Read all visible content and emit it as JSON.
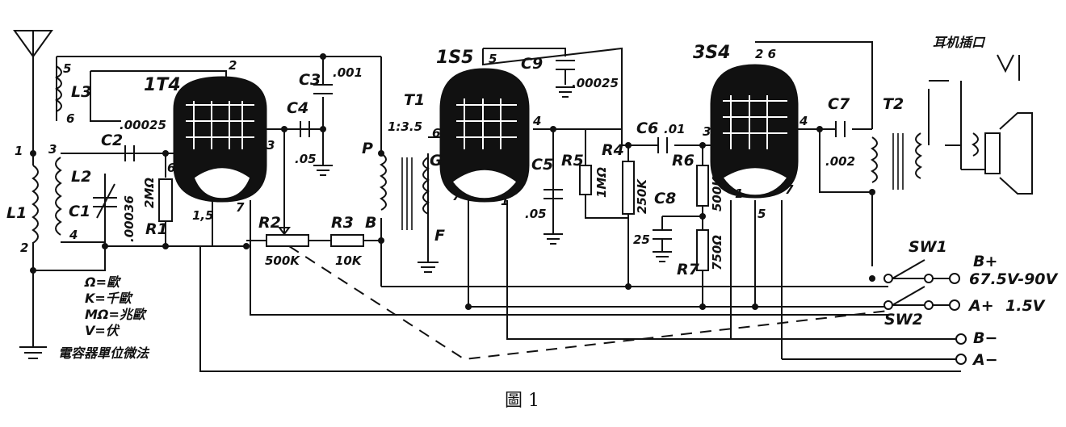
{
  "caption": "圖 1",
  "tubes": {
    "t1": "1T4",
    "t2": "1S5",
    "t3": "3S4"
  },
  "components": {
    "L1": "L1",
    "L2": "L2",
    "L3": "L3",
    "C1": "C1",
    "C2": "C2",
    "C3": "C3",
    "C4": "C4",
    "C5": "C5",
    "C6": "C6",
    "C7": "C7",
    "C8": "C8",
    "C9": "C9",
    "R1": "R1",
    "R2": "R2",
    "R3": "R3",
    "R4": "R4",
    "R5": "R5",
    "R6": "R6",
    "R7": "R7",
    "T1": "T1",
    "T2": "T2",
    "SW1": "SW1",
    "SW2": "SW2",
    "P": "P",
    "B": "B",
    "G": "G",
    "F": "F"
  },
  "values": {
    "l3_cap": ".00025",
    "c2": "2MΩ",
    "c1": ".00036",
    "c3": ".001",
    "c4": ".05",
    "r2": "500K",
    "r3": "10K",
    "t1_ratio": "1:3.5",
    "c9": ".00025",
    "c5": ".05",
    "r5": "1MΩ",
    "r4": "250K",
    "c6": ".01",
    "c8": "25",
    "r6": "500K",
    "r7": "750Ω",
    "c7": ".002"
  },
  "pins": {
    "l3_top": "5",
    "l3_bot": "6",
    "l1_top": "1",
    "l1_bot": "2",
    "l2_top": "3",
    "l2_bot": "4",
    "t1_2": "2",
    "t1_3": "3",
    "t1_6": "6",
    "t1_15": "1,5",
    "t1_7": "7",
    "t2_5": "5",
    "t2_6": "6",
    "t2_4": "4",
    "t2_7": "7",
    "t2_1": "1",
    "t3_26": "2 6",
    "t3_3": "3",
    "t3_4": "4",
    "t3_1": "1",
    "t3_5": "5",
    "t3_7": "7"
  },
  "legend": [
    "Ω=歐",
    "K=千歐",
    "MΩ=兆歐",
    "V=伏",
    "電容器單位微法"
  ],
  "headphone_jack": "耳机插口",
  "supply": {
    "bplus": "B+",
    "bplus_v": "67.5V-90V",
    "aplus": "A+",
    "aplus_v": "1.5V",
    "bminus": "B−",
    "aminus": "A−"
  }
}
